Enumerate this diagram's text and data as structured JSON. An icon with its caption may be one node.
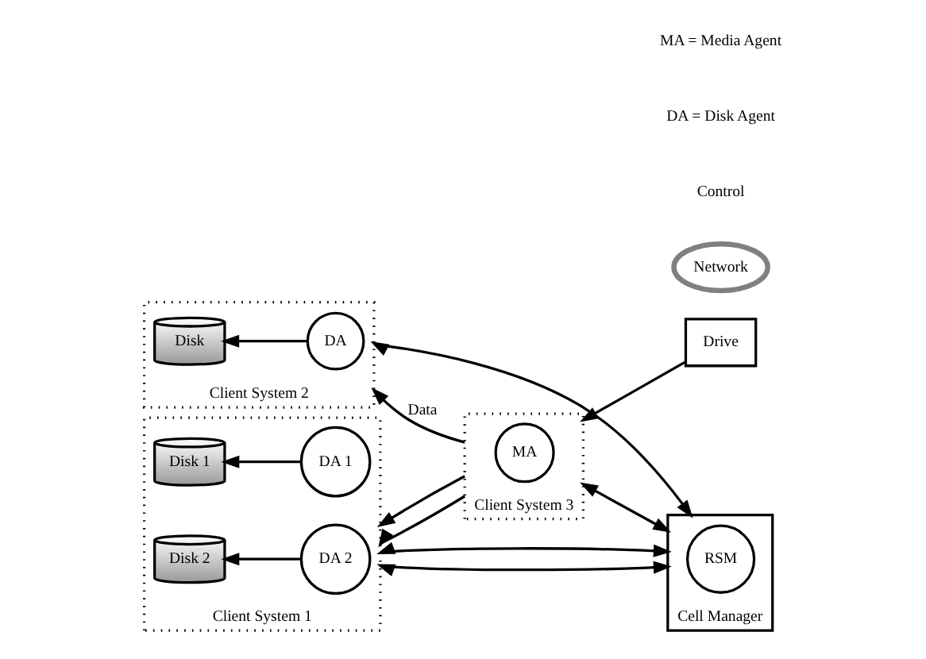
{
  "diagram": {
    "nodes": [
      {
        "text": [
          "Cell Manager"
        ]
      },
      {
        "text": [
          "RSM"
        ],
        "in": 0
      },
      {
        "text": [
          "Client System 1"
        ]
      },
      {
        "text": [
          "Disk 1"
        ],
        "in": 2
      },
      {
        "text": [
          "DA 1"
        ],
        "in": 2
      },
      {
        "text": [
          "Disk 2"
        ],
        "in": 2
      },
      {
        "text": [
          "DA 2"
        ],
        "in": 2
      },
      {
        "text": [
          "Client System 2"
        ]
      },
      {
        "text": [
          "Disk"
        ],
        "in": 7
      },
      {
        "text": [
          "DA"
        ],
        "in": 7
      },
      {
        "text": [
          "Client System 3"
        ]
      },
      {
        "text": [
          "MA"
        ],
        "in": 10
      },
      {
        "text": [
          "Drive"
        ]
      },
      {
        "text": [
          "Network"
        ]
      }
    ],
    "edges": [
      {
        "from": 4,
        "to": 3,
        "arrow": "to"
      },
      {
        "from": 6,
        "to": 5,
        "arrow": "to"
      },
      {
        "from": 9,
        "to": 8,
        "arrow": "to"
      },
      {
        "from": 0,
        "to": 2,
        "arrow": "both"
      },
      {
        "from": 0,
        "to": 2,
        "arrow": "both"
      },
      {
        "from": 0,
        "to": 7,
        "arrow": "both"
      },
      {
        "from": 0,
        "to": 10,
        "arrow": "both"
      },
      {
        "from": 10,
        "to": 2,
        "arrow": "to"
      },
      {
        "from": 10,
        "to": 2,
        "arrow": "to"
      },
      {
        "from": 10,
        "to": 7,
        "label": "Data",
        "arrow": "to"
      },
      {
        "from": 12,
        "to": 10,
        "arrow": "to"
      }
    ],
    "labels": [
      "Control",
      "DA = Disk Agent",
      "MA = Media Agent"
    ]
  }
}
